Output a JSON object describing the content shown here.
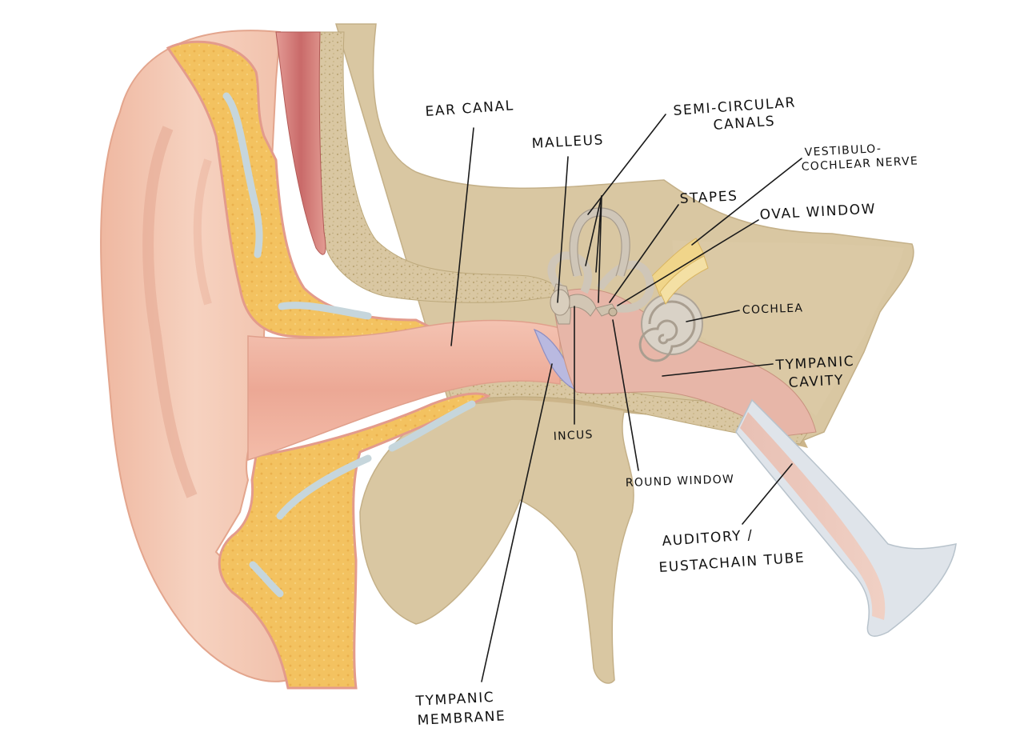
{
  "colors": {
    "skin": "#f2c3ad",
    "skin_shadow": "#e3a58d",
    "cartilage": "#f3c260",
    "cartilage_edge": "#e39b8c",
    "cartilage_vein": "#c6d6dc",
    "bone": "#d9c7a2",
    "bone_dark": "#c4b088",
    "bone_porous": "#ccb888",
    "canal": "#f1b6a6",
    "muscle": "#d77a78",
    "membrane": "#b9b9e0",
    "ossicle": "#d2c6b4",
    "nerve": "#f0d58a",
    "tube": "#dfe4ea",
    "line": "#1a1a1a"
  },
  "labels": {
    "ear_canal": "EAR CANAL",
    "malleus": "MALLEUS",
    "semicircular_1": "SEMI-CIRCULAR",
    "semicircular_2": "CANALS",
    "vestibulo_1": "VESTIBULO-",
    "vestibulo_2": "COCHLEAR NERVE",
    "stapes": "STAPES",
    "oval_window": "OVAL WINDOW",
    "cochlea": "COCHLEA",
    "tympanic_cavity_1": "TYMPANIC",
    "tympanic_cavity_2": "CAVITY",
    "incus": "INCUS",
    "round_window": "ROUND WINDOW",
    "auditory_tube_1": "AUDITORY /",
    "auditory_tube_2": "EUSTACHAIN TUBE",
    "tympanic_membrane_1": "TYMPANIC",
    "tympanic_membrane_2": "MEMBRANE"
  }
}
